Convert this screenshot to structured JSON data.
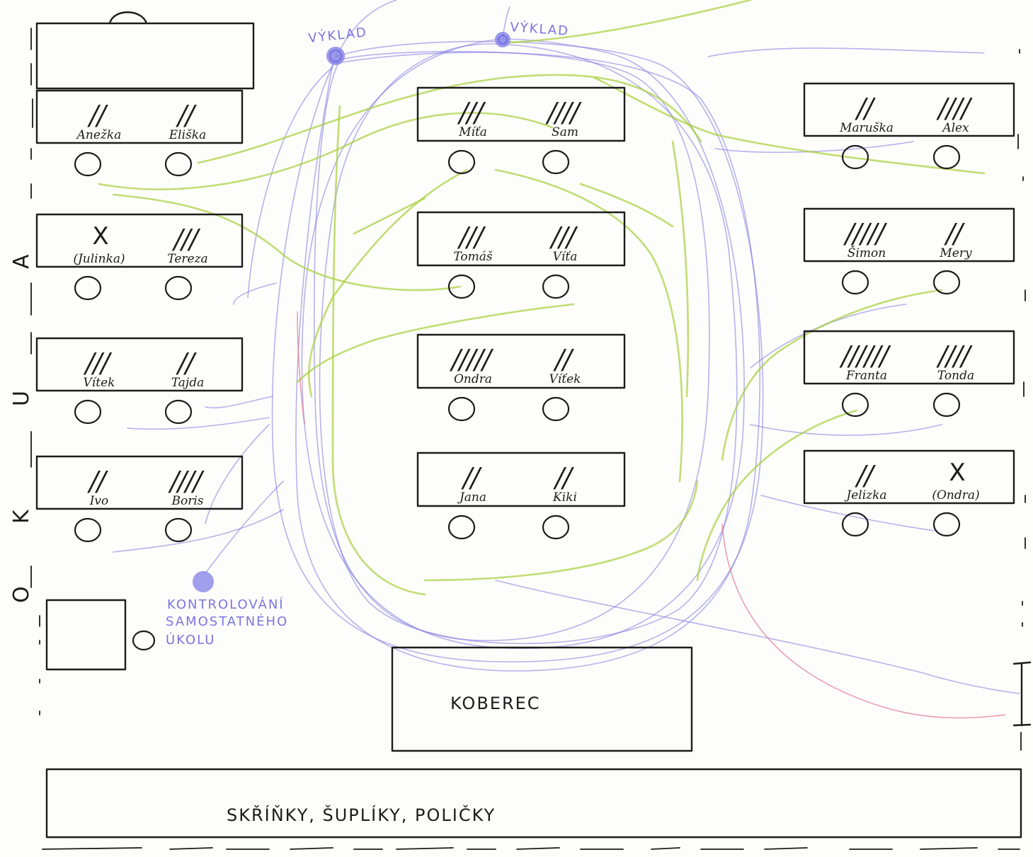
{
  "colors": {
    "ink": "#1c1c1c",
    "blue_path": "#7b74e0",
    "green_path": "#a6cf3a",
    "red_path": "#e2708a",
    "blue_marker": "#8a86ea"
  },
  "wall_letters": [
    "A",
    "U",
    "K",
    "O"
  ],
  "markers": {
    "vyklad_left": "VÝKLAD",
    "vyklad_right": "VÝKLAD",
    "check_line1": "KONTROLOVÁNÍ",
    "check_line2": "SAMOSTATNÉHO",
    "check_line3": "ÚKOLU"
  },
  "carpet_label": "KOBEREC",
  "cupboards_label": "SKŘÍŇKY, ŠUPLÍKY, POLIČKY",
  "desks": {
    "left": [
      {
        "seats": [
          {
            "name": "Anežka",
            "tally": "//",
            "absent": false
          },
          {
            "name": "Eliška",
            "tally": "//",
            "absent": false
          }
        ]
      },
      {
        "seats": [
          {
            "name": "(Julinka)",
            "tally": "X",
            "absent": true
          },
          {
            "name": "Tereza",
            "tally": "///",
            "absent": false
          }
        ]
      },
      {
        "seats": [
          {
            "name": "Vítek",
            "tally": "///",
            "absent": false
          },
          {
            "name": "Tajda",
            "tally": "//",
            "absent": false
          }
        ]
      },
      {
        "seats": [
          {
            "name": "Ivo",
            "tally": "//",
            "absent": false
          },
          {
            "name": "Boris",
            "tally": "////",
            "absent": false
          }
        ]
      }
    ],
    "middle": [
      {
        "seats": [
          {
            "name": "Míťa",
            "tally": "///",
            "absent": false
          },
          {
            "name": "Sam",
            "tally": "////",
            "absent": false
          }
        ]
      },
      {
        "seats": [
          {
            "name": "Tomáš",
            "tally": "///",
            "absent": false
          },
          {
            "name": "Víťa",
            "tally": "///",
            "absent": false
          }
        ]
      },
      {
        "seats": [
          {
            "name": "Ondra",
            "tally": "/////",
            "absent": false
          },
          {
            "name": "Víťek",
            "tally": "//",
            "absent": false
          }
        ]
      },
      {
        "seats": [
          {
            "name": "Jana",
            "tally": "//",
            "absent": false
          },
          {
            "name": "Kiki",
            "tally": "//",
            "absent": false
          }
        ]
      }
    ],
    "right": [
      {
        "seats": [
          {
            "name": "Maruška",
            "tally": "//",
            "absent": false
          },
          {
            "name": "Alex",
            "tally": "////",
            "absent": false
          }
        ]
      },
      {
        "seats": [
          {
            "name": "Šimon",
            "tally": "/////",
            "absent": false
          },
          {
            "name": "Mery",
            "tally": "//",
            "absent": false
          }
        ]
      },
      {
        "seats": [
          {
            "name": "Franta",
            "tally": "//////",
            "absent": false
          },
          {
            "name": "Tonda",
            "tally": "////",
            "absent": false
          }
        ]
      },
      {
        "seats": [
          {
            "name": "Jelizka",
            "tally": "//",
            "absent": false
          },
          {
            "name": "(Ondra)",
            "tally": "X",
            "absent": true
          }
        ]
      }
    ]
  }
}
